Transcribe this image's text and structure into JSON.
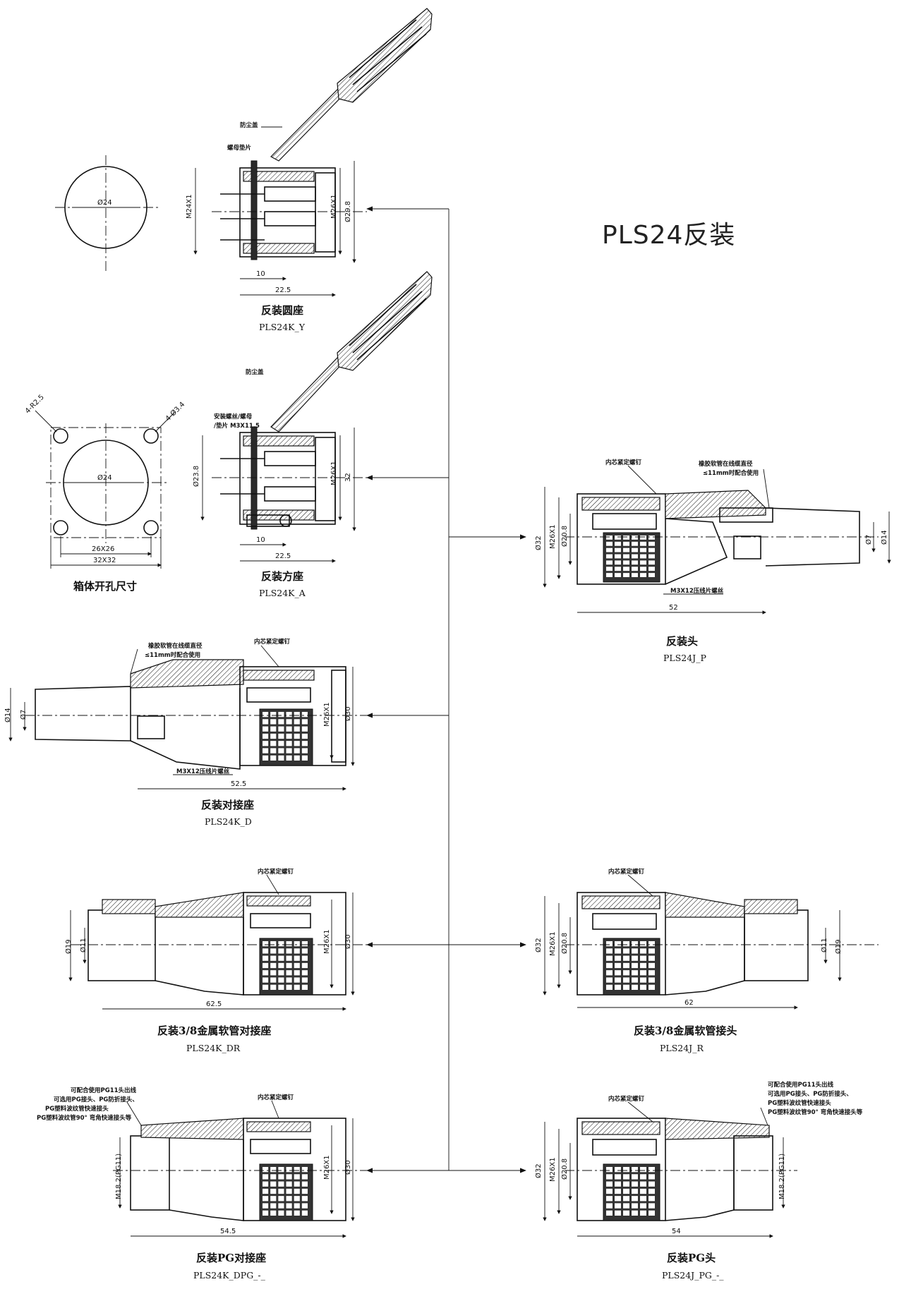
{
  "title": "PLS24反装",
  "panel_cutout": {
    "caption": "箱体开孔尺寸",
    "round_dia": "Ø24",
    "square_dia": "Ø24",
    "corner_radius": "4-R2.5",
    "corner_hole": "4-Ø3.4",
    "hole_pitch": "26X26",
    "flange": "32X32"
  },
  "parts": [
    {
      "id": "K_Y",
      "name_cn": "反装圆座",
      "code": "PLS24K_Y",
      "notes": [
        "防尘盖",
        "螺母垫片"
      ],
      "dims": [
        "M24X1",
        "M26X1",
        "Ø29.8",
        "10",
        "22.5"
      ]
    },
    {
      "id": "K_A",
      "name_cn": "反装方座",
      "code": "PLS24K_A",
      "notes": [
        "防尘盖",
        "安装螺丝/螺母",
        "/垫片 M3X11.5"
      ],
      "dims": [
        "Ø23.8",
        "M26X1",
        "32",
        "10",
        "22.5"
      ]
    },
    {
      "id": "J_P",
      "name_cn": "反装头",
      "code": "PLS24J_P",
      "notes": [
        "内芯紧定螺钉",
        "橡胶软管在线缆直径",
        "≤11mm时配合使用",
        "M3X12压线片螺丝"
      ],
      "dims": [
        "Ø32",
        "M26X1",
        "Ø20.8",
        "Ø7",
        "Ø14",
        "52"
      ]
    },
    {
      "id": "K_D",
      "name_cn": "反装对接座",
      "code": "PLS24K_D",
      "notes": [
        "橡胶软管在线缆直径",
        "≤11mm时配合使用",
        "内芯紧定螺钉",
        "M3X12压线片螺丝"
      ],
      "dims": [
        "Ø14",
        "Ø7",
        "M26X1",
        "Ø30",
        "52.5"
      ]
    },
    {
      "id": "K_DR",
      "name_cn": "反装3/8金属软管对接座",
      "code": "PLS24K_DR",
      "notes": [
        "内芯紧定螺钉"
      ],
      "dims": [
        "Ø19",
        "Ø11",
        "M26X1",
        "Ø30",
        "62.5"
      ]
    },
    {
      "id": "J_R",
      "name_cn": "反装3/8金属软管接头",
      "code": "PLS24J_R",
      "notes": [
        "内芯紧定螺钉"
      ],
      "dims": [
        "Ø32",
        "M26X1",
        "Ø20.8",
        "Ø11",
        "Ø19",
        "62"
      ]
    },
    {
      "id": "K_DPG",
      "name_cn": "反装PG对接座",
      "code": "PLS24K_DPG_-_",
      "notes": [
        "可配合使用PG11头出线",
        "可选用PG接头、PG防折接头、",
        "PG塑料波纹管快速接头",
        "PG塑料波纹管90° 弯角快速接头等",
        "内芯紧定螺钉"
      ],
      "dims": [
        "M18.2(PG11)",
        "M26X1",
        "Ø30",
        "54.5"
      ]
    },
    {
      "id": "J_PG",
      "name_cn": "反装PG头",
      "code": "PLS24J_PG_-_",
      "notes": [
        "内芯紧定螺钉",
        "可配合使用PG11头出线",
        "可选用PG接头、PG防折接头、",
        "PG塑料波纹管快速接头",
        "PG塑料波纹管90° 弯角快速接头等"
      ],
      "dims": [
        "Ø32",
        "M26X1",
        "Ø20.8",
        "M18.2(PG11)",
        "54"
      ]
    }
  ]
}
